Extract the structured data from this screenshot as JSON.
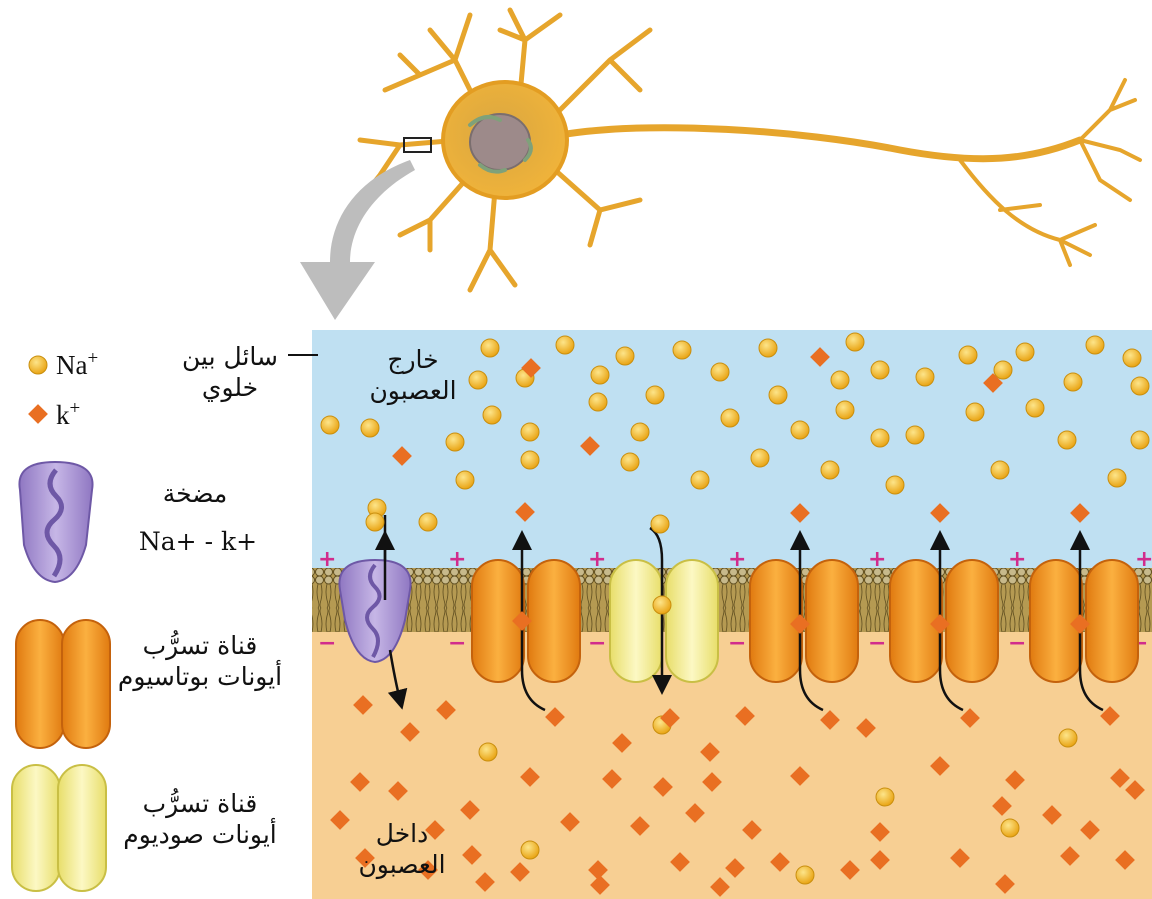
{
  "legend": {
    "na_ion": {
      "symbol": "Na",
      "charge": "+",
      "color": "#f3b51c"
    },
    "k_ion": {
      "symbol": "k",
      "charge": "+",
      "color": "#e96f22"
    },
    "pump": {
      "line1": "مضخة",
      "line2": "Na+ - k+"
    },
    "k_channel": {
      "line1": "قناة تسرُّب",
      "line2": "أيونات بوتاسيوم"
    },
    "na_channel": {
      "line1": "قناة تسرُّب",
      "line2": "أيونات صوديوم"
    }
  },
  "labels": {
    "interstitial": {
      "line1": "سائل بين",
      "line2": "خلوي"
    },
    "outside": {
      "line1": "خارج",
      "line2": "العصبون"
    },
    "inside": {
      "line1": "داخل",
      "line2": "العصبون"
    }
  },
  "membrane": {
    "outer_sign": "+",
    "inner_sign": "−"
  },
  "colors": {
    "outside_fluid": "#bfe0f2",
    "inside_fluid": "#f7cf93",
    "neuron": "#e9a82a",
    "pump": "#a58ed0",
    "k_channel": "#f1941f",
    "na_channel": "#f4ee9a",
    "arrow": "#b9b9b9"
  }
}
